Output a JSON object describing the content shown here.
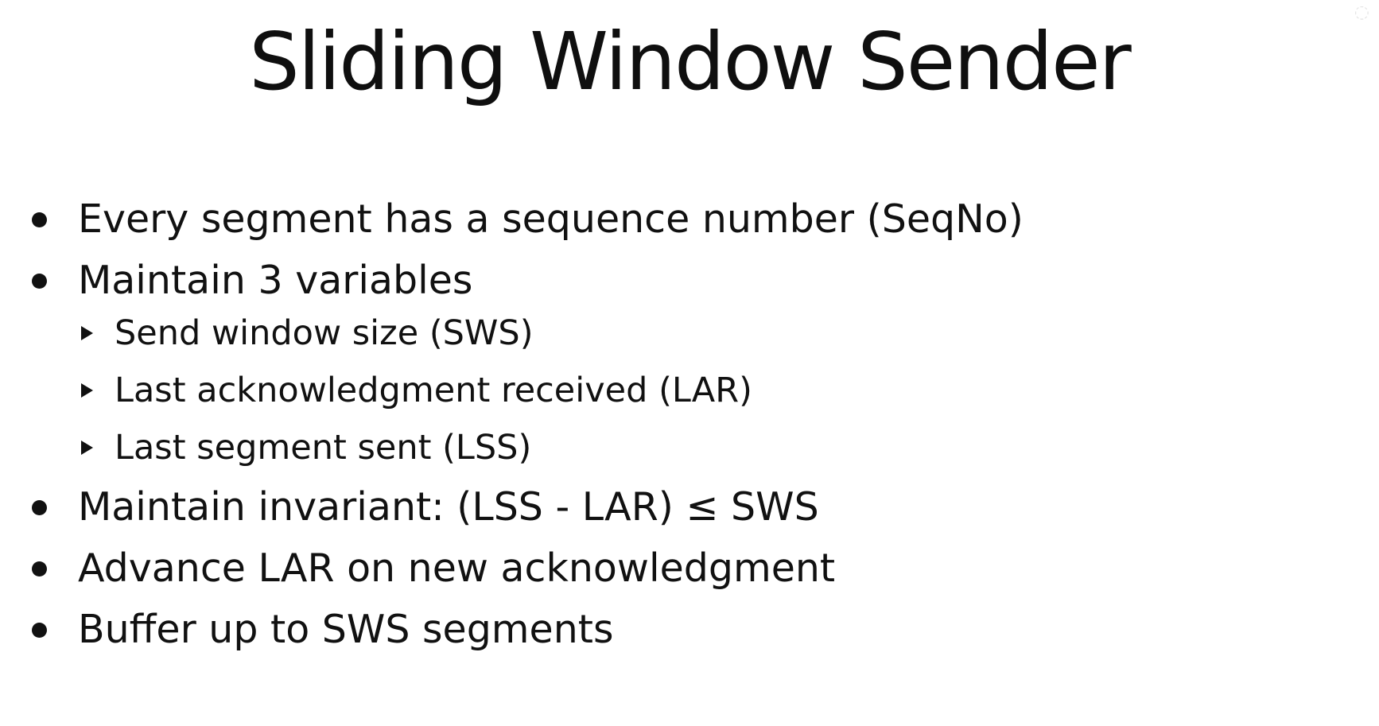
{
  "slide": {
    "title": "Sliding Window Sender",
    "bullets": [
      {
        "text": "Every segment has a sequence number (SeqNo)",
        "subitems": []
      },
      {
        "text": "Maintain 3 variables",
        "subitems": [
          "Send window size (SWS)",
          "Last acknowledgment received (LAR)",
          "Last segment sent (LSS)"
        ]
      },
      {
        "text": "Maintain invariant: (LSS - LAR) ≤ SWS",
        "subitems": []
      },
      {
        "text": "Advance LAR on new acknowledgment",
        "subitems": []
      },
      {
        "text": "Buffer up to SWS segments",
        "subitems": []
      }
    ]
  },
  "icons": {
    "bullet": "filled-circle",
    "subbullet": "right-triangle",
    "corner": "watermark-glyph"
  },
  "colors": {
    "background": "#ffffff",
    "text": "#111111"
  }
}
